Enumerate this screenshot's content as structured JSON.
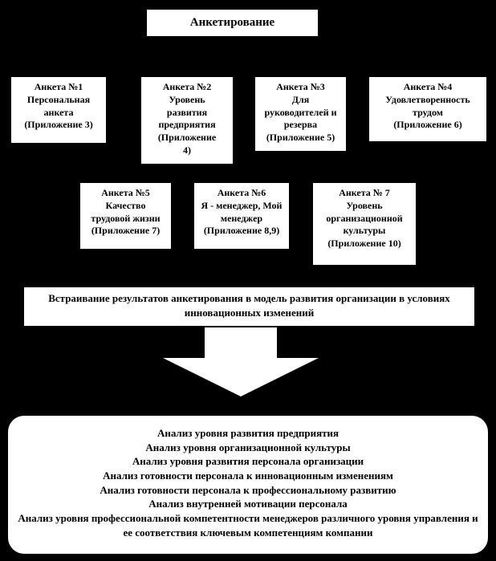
{
  "diagram": {
    "title": "Анкетирование",
    "questionnaires_row1": [
      {
        "text": "Анкета №1\nПерсональная\nанкета\n(Приложение 3)"
      },
      {
        "text": "Анкета №2\nУровень\nразвития\nпредприятия\n(Приложение\n4)"
      },
      {
        "text": "Анкета №3\nДля\nруководителей и\nрезерва\n(Приложение 5)"
      },
      {
        "text": "Анкета №4\nУдовлетворенность\nтрудом\n(Приложение 6)"
      }
    ],
    "questionnaires_row2": [
      {
        "text": "Анкета №5\nКачество\nтрудовой жизни\n(Приложение 7)"
      },
      {
        "text": "Анкета №6\nЯ -  менеджер, Мой\nменеджер\n(Приложение 8,9)"
      },
      {
        "text": "Анкета № 7\nУровень\nорганизационной\nкультуры\n(Приложение 10)"
      }
    ],
    "integration_box": "Встраивание результатов анкетирования в модель развития организации в условиях инновационных изменений",
    "analysis_box": "Анализ уровня развития предприятия\nАнализ уровня организационной культуры\nАнализ уровня развития персонала организации\nАнализ готовности персонала к инновационным изменениям\nАнализ готовности персонала к профессиональному развитию\nАнализ внутренней мотивации персонала\nАнализ уровня профессиональной компетентности менеджеров различного уровня управления и ее соответствия ключевым компетенциям компании",
    "colors": {
      "background": "#000000",
      "box_fill": "#ffffff",
      "text": "#000000",
      "arrow": "#ffffff"
    }
  }
}
